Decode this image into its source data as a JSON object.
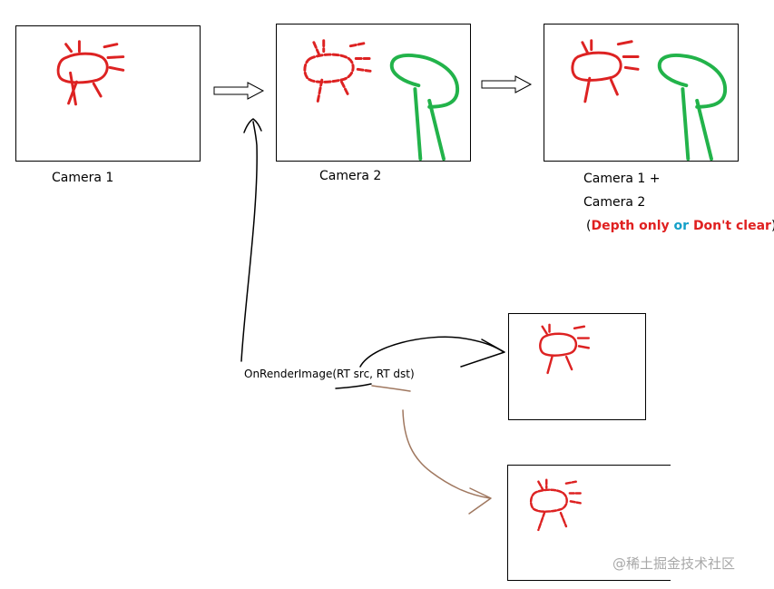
{
  "cameras": {
    "camera1": "Camera  1",
    "camera2": "Camera  2",
    "combined_line1": "Camera 1 +",
    "combined_line2": "Camera 2",
    "mode_open": "(",
    "mode_depth": "Depth only",
    "mode_or": " or ",
    "mode_dontclear": "Don't clear",
    "mode_close": ")"
  },
  "function_call": "OnRenderImage(RT src, RT dst)",
  "watermark": "@稀土掘金技术社区",
  "colors": {
    "sun": "#dd2222",
    "tree": "#22b34a",
    "arrow_black": "#000000",
    "arrow_brown": "#a07860",
    "highlight_red": "#e02020",
    "highlight_blue": "#14a0c8"
  }
}
